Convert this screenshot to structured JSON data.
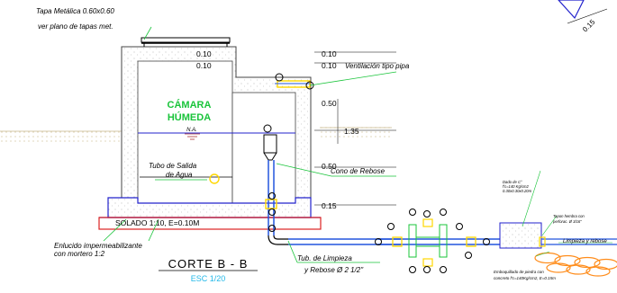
{
  "labels": {
    "tapa_line1": "Tapa Metálica 0.60x0.60",
    "tapa_line2": "ver plano de tapas met.",
    "camara_line1": "CÁMARA",
    "camara_line2": "HÚMEDA",
    "na": "N.A.",
    "tubo_salida_line1": "Tubo de Salida",
    "tubo_salida_line2": "de Agua",
    "solado": "SOLADO 1:10, E=0.10M",
    "enlucido_line1": "Enlucido impermeabilizante",
    "enlucido_line2": "con mortero 1:2",
    "corte_title": "CORTE B - B",
    "escala": "ESC 1/20",
    "ventilacion": "Ventilación tipo pipa",
    "cono_rebose": "Cono de Rebose",
    "tub_limpieza_line1": "Tub. de Limpieza",
    "tub_limpieza_line2": "y Rebose Ø 2 1/2\"",
    "dado_line1": "Dado de C°",
    "dado_line2": "f'c=140 Kg/cm2",
    "dado_line3": "0.30x0.30x0.20m",
    "tapon_line1": "Tapon hembra con",
    "tapon_line2": "perforac. Ø 3/16\"",
    "limpieza_rebose": "Limpieza y rebose",
    "emboquillado_line1": "Emboquillado de piedra con",
    "emboquillado_line2": "concreto f'c=140Kg/cm2, E=0.15m"
  },
  "dimensions": {
    "left_top_1": "0.10",
    "left_top_2": "0.10",
    "right_1": "0.10",
    "right_2": "0.10",
    "right_3": "0.50",
    "right_4": "1.35",
    "right_5": "0.50",
    "right_6": "0.15",
    "corner": "0.15"
  },
  "colors": {
    "wall": "#2222cc",
    "pipe": "#2255dd",
    "leader": "#19c43a",
    "solado": "#dd2222",
    "water": "#22b8e8",
    "valve": "#ffd700",
    "stone": "#ff8c1a"
  }
}
